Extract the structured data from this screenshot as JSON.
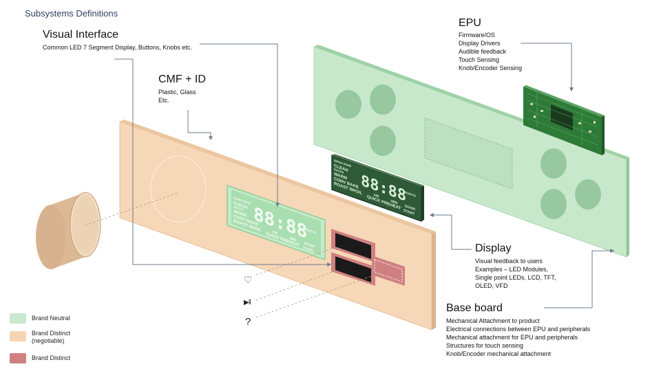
{
  "slide_title": "Subsystems Definitions",
  "visual_interface": {
    "heading": "Visual Interface",
    "description": "Common LED 7 Segment Display, Buttons, Knobs etc."
  },
  "cmf_id": {
    "heading": "CMF + ID",
    "lines": [
      "Plastic, Glass",
      "Etc."
    ]
  },
  "epu": {
    "heading": "EPU",
    "lines": [
      "Firmware/OS",
      "Display Drivers",
      "Audible feedback",
      "Touch Sensing",
      "Knob/Encoder Sensing"
    ]
  },
  "display": {
    "heading": "Display",
    "lines": [
      "Visual feedback to users",
      "Examples – LED Modules,",
      "Single point LEDs, LCD, TFT,",
      "OLED, VFD"
    ]
  },
  "base_board": {
    "heading": "Base board",
    "lines": [
      "Mechanical Attachment to product",
      "Electrical connections between EPU and peripherals",
      "Mechanical attachment for EPU and peripherals",
      "Structures for touch sensing",
      "Knob/Encoder mechanical attachment"
    ]
  },
  "legend": [
    {
      "label": "Brand Neutral",
      "color": "#c9e8cd"
    },
    {
      "label": "Brand Distinct (negotiable)",
      "color": "#f5d5b5"
    },
    {
      "label": "Brand Distinct",
      "color": "#d08080"
    }
  ],
  "lcd": {
    "modes": [
      "WARM DONE",
      "CLEAN",
      "RACKS",
      "WARM",
      "CONV BAKE",
      "ROAST BROIL"
    ],
    "digits": "88:88",
    "hr": "HR",
    "min": "MIN",
    "quick_preheat": "QUICK PREHEAT",
    "remote": "REMOTE",
    "door": "DOOR",
    "start": "START"
  },
  "symbols": {
    "heart": "♡",
    "play_pause": "▶‖",
    "question": "?"
  },
  "colors": {
    "brand_neutral": "#c9e8cd",
    "brand_distinct_negotiable": "#f5d5b5",
    "brand_distinct": "#d08080",
    "board_fill": "#c8e8cc",
    "board_edge": "#8fc79a",
    "cmf_fill": "#f6d7b7",
    "lcd_bg": "#2f5a37",
    "lcd_glow": "#a9deb0",
    "pcb_green": "#2e7a38",
    "leader": "#6b7d8e"
  }
}
